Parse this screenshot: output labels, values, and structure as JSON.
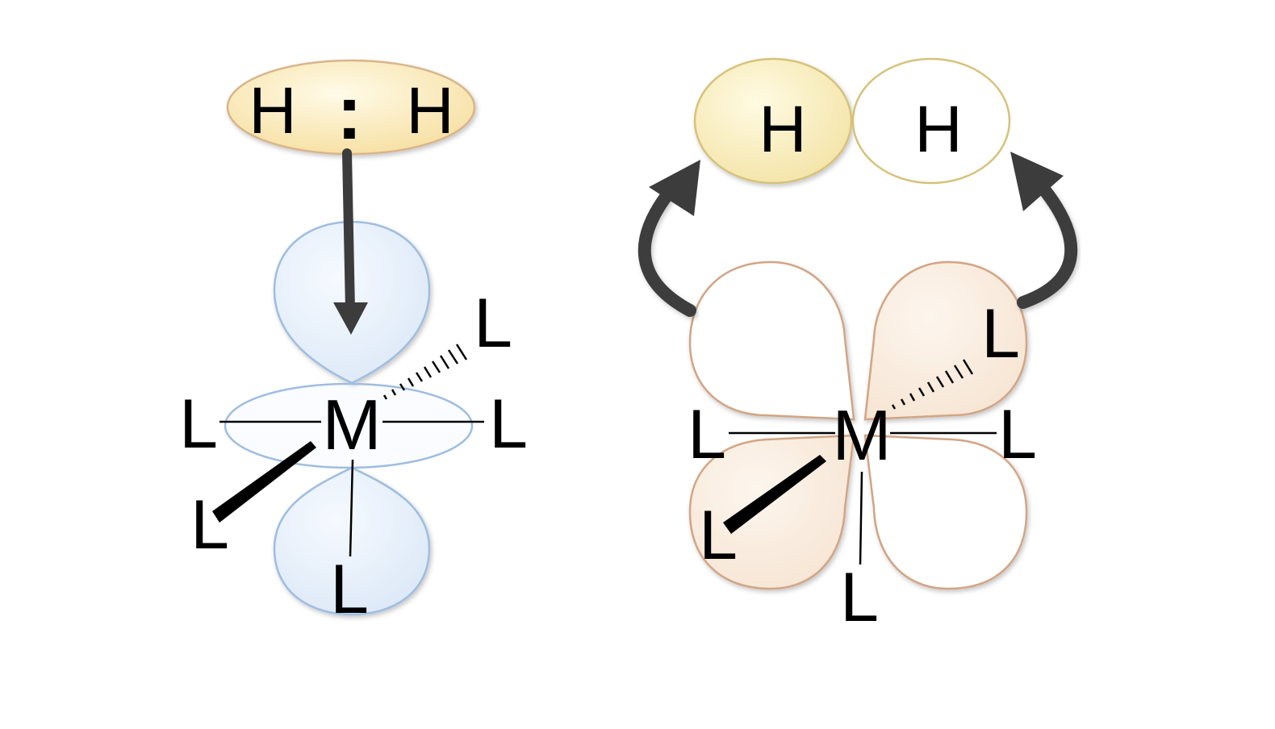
{
  "left_panel": {
    "h2_left": "H",
    "h2_colon": ":",
    "h2_right": "H",
    "metal": "M",
    "ligand_left": "L",
    "ligand_right": "L",
    "ligand_back": "L",
    "ligand_front": "L",
    "ligand_bottom": "L"
  },
  "right_panel": {
    "h_left": "H",
    "h_right": "H",
    "metal": "M",
    "ligand_left": "L",
    "ligand_right": "L",
    "ligand_back": "L",
    "ligand_front": "L",
    "ligand_bottom": "L"
  },
  "colors": {
    "h2_fill": "#f8e8b0",
    "h2_stroke": "#d9b48a",
    "sigma_lobe_fill": "#e8f1fb",
    "sigma_lobe_stroke": "#9fbde0",
    "d_lobe_fill": "#faeee2",
    "d_lobe_stroke": "#d2a585",
    "arrow": "#3c3c3c"
  }
}
